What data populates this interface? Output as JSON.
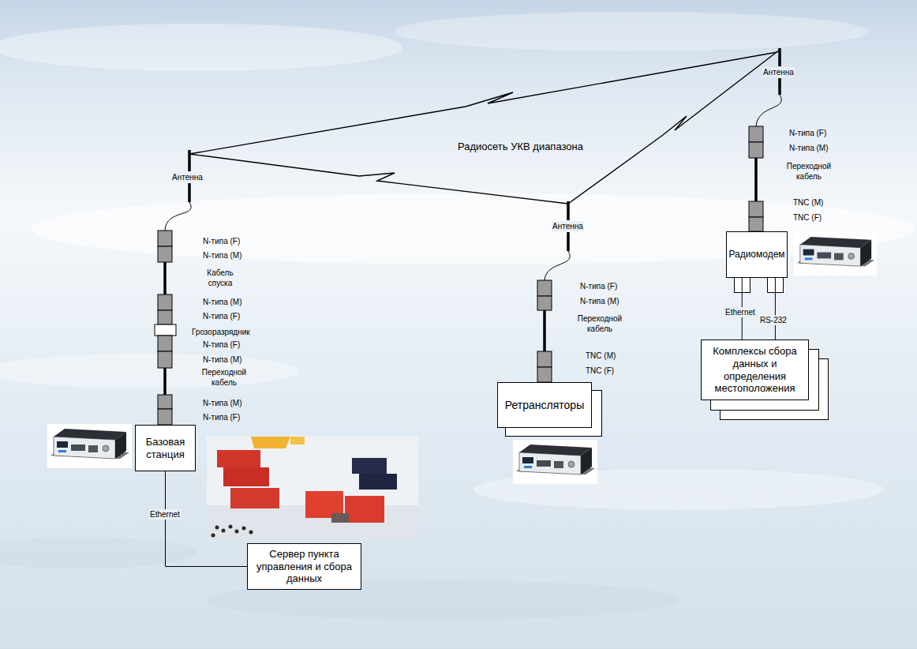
{
  "diagram": {
    "nodes": [
      {
        "text": [
          "Базовая станция"
        ]
      },
      {
        "text": [
          "Сервер пункта управления и сбора данных"
        ]
      },
      {
        "text": [
          "Ретрансляторы"
        ]
      },
      {
        "text": [
          "Радиомодем"
        ]
      },
      {
        "text": [
          "Комплексы сбора данных и определения местоположения"
        ]
      }
    ],
    "edges": [
      {
        "from": 0,
        "to": 1,
        "arrow": "none",
        "label": "Ethernet"
      },
      {
        "from": 3,
        "to": 4,
        "arrow": "none",
        "label": "Ethernet"
      },
      {
        "from": 3,
        "to": 4,
        "arrow": "none",
        "label": "RS-232"
      }
    ],
    "labels": [
      "Радиосеть УКВ диапазона",
      "Антенна",
      "N-типа (F)",
      "N-типа (M)",
      "Кабель спуска",
      "N-типа (M)",
      "N-типа (F)",
      "Грозоразрядник",
      "N-типа (F)",
      "N-типа (M)",
      "Переходной кабель",
      "N-типа (M)",
      "N-типа (F)",
      "Антенна",
      "N-типа (F)",
      "N-типа (M)",
      "Переходной кабель",
      "TNC (M)",
      "TNC (F)",
      "Антенна",
      "N-типа (F)",
      "N-типа (M)",
      "Переходной кабель",
      "TNC (M)",
      "TNC (F)"
    ]
  }
}
